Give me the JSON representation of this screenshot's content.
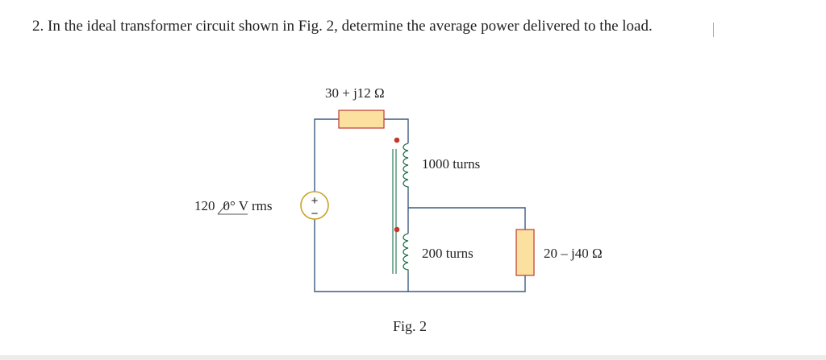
{
  "question": {
    "text": "2. In the ideal transformer circuit shown in Fig. 2, determine the average power delivered to the load."
  },
  "circuit": {
    "source_impedance": "30 + j12 Ω",
    "source_voltage": "120",
    "source_angle": "0°",
    "source_unit": " V rms",
    "source_plus": "+",
    "source_minus": "−",
    "primary_turns": "1000 turns",
    "secondary_turns": "200 turns",
    "load_impedance": "20 – j40 Ω",
    "figure_caption": "Fig. 2"
  },
  "colors": {
    "wire": "#3d5a80",
    "resistor_fill": "#fbe0a0",
    "resistor_border": "#c0392b",
    "dot": "#c0392b",
    "coil": "#1f6f4a",
    "core": "#2e7d5b"
  }
}
